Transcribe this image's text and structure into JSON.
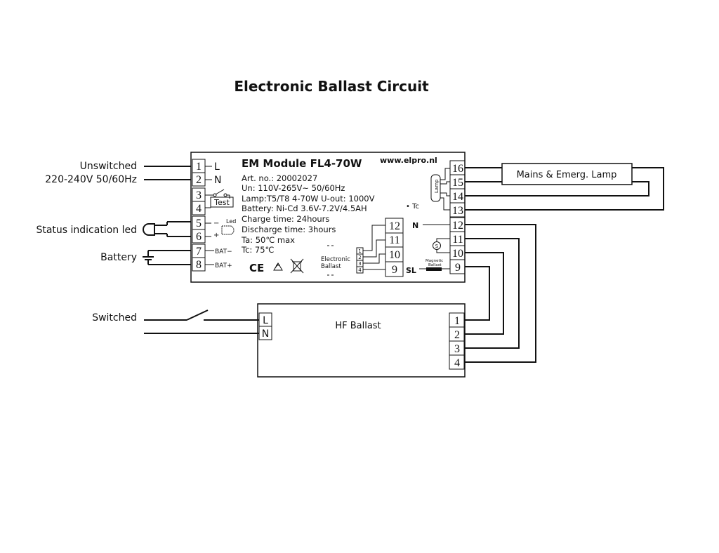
{
  "title": "Electronic Ballast Circuit",
  "labels": {
    "unswitched": "Unswitched",
    "voltage": "220-240V 50/60Hz",
    "status_led": "Status indication led",
    "battery": "Battery",
    "switched": "Switched"
  },
  "module": {
    "name": "EM Module FL4-70W",
    "url": "www.elpro.nl",
    "specs": [
      "Art. no.: 20002027",
      "Un: 110V-265V~ 50/60Hz",
      "Lamp:T5/T8  4-70W  U-out: 1000V",
      "Battery: Ni-Cd   3.6V-7.2V/4.5AH",
      "Charge time: 24hours",
      "Discharge time: 3hours",
      "Ta: 50℃ max",
      "Tc: 75℃"
    ],
    "left_terminals": [
      "1",
      "2",
      "3",
      "4",
      "5",
      "6",
      "7",
      "8"
    ],
    "left_marks": {
      "l": "L",
      "n": "N",
      "test": "Test",
      "led": "Led",
      "minus": "−",
      "plus": "+",
      "bat_minus": "BAT−",
      "bat_plus": "BAT+"
    },
    "inner_terminals": [
      "12",
      "11",
      "10",
      "9"
    ],
    "inner_small": [
      "1",
      "2",
      "3",
      "4"
    ],
    "electronic_ballast": [
      "Electronic",
      "Ballast"
    ],
    "right_terminals": [
      "16",
      "15",
      "14",
      "13",
      "12",
      "11",
      "10",
      "9"
    ],
    "right_marks": {
      "tc": "• Tc",
      "lamp": "Lamp",
      "n": "N",
      "sl": "SL",
      "s": "S",
      "magnetic": [
        "Magnetic",
        "Ballast"
      ]
    },
    "cert_marks": [
      "CE",
      "recycle",
      "crossed-bin"
    ]
  },
  "lamp": {
    "label": "Mains & Emerg. Lamp"
  },
  "hf_ballast": {
    "label": "HF Ballast",
    "inputs": [
      "L",
      "N"
    ],
    "outputs": [
      "1",
      "2",
      "3",
      "4"
    ]
  }
}
